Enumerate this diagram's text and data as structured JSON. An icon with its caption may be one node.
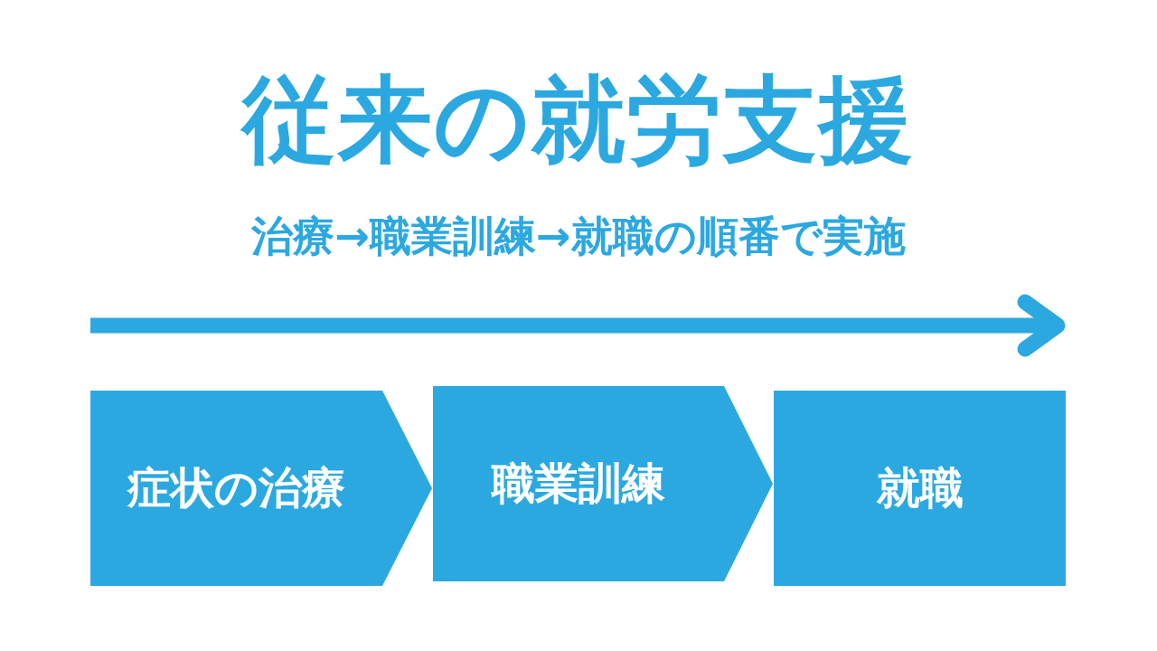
{
  "diagram": {
    "title": "従来の就労支援",
    "nodes": [
      {
        "text": [
          "症状の治療"
        ]
      },
      {
        "text": [
          "職業訓練"
        ]
      },
      {
        "text": [
          "就職"
        ]
      }
    ],
    "edges": [
      {
        "from": 0,
        "to": 1,
        "arrow": "to"
      },
      {
        "from": 1,
        "to": 2,
        "arrow": "to"
      }
    ],
    "labels": [
      "治療→職業訓練→就職の順番で実施"
    ]
  }
}
